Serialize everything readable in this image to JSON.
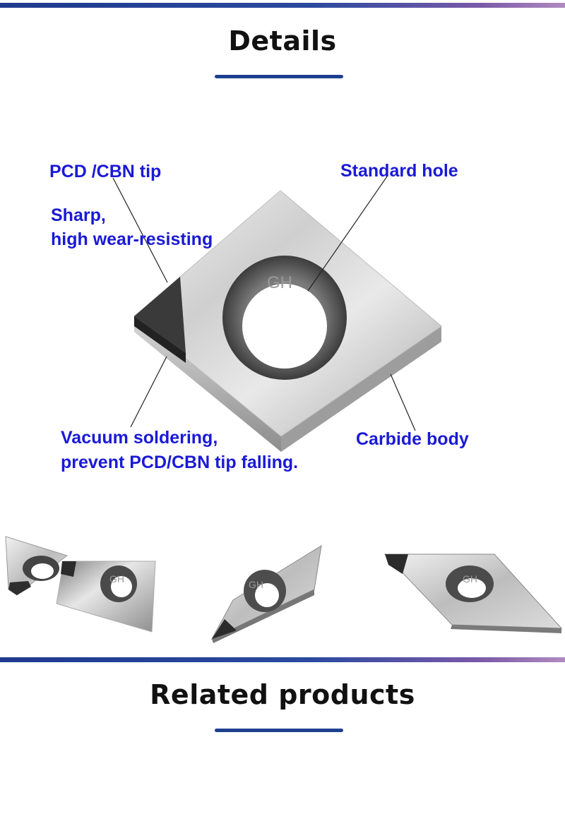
{
  "header": {
    "title": "Details"
  },
  "diagram": {
    "labels": {
      "tip": "PCD /CBN tip",
      "sharp1": "Sharp,",
      "sharp2": "high wear-resisting",
      "hole": "Standard hole",
      "vacuum1": "Vacuum soldering,",
      "vacuum2": "prevent PCD/CBN tip falling.",
      "carbide": "Carbide body"
    },
    "watermark": "GH",
    "label_color": "#1a1ad6"
  },
  "gallery": {
    "watermark": "GH",
    "items": [
      "square-insert-pair",
      "rhombic-insert-35",
      "rhombic-insert-55"
    ]
  },
  "related": {
    "title": "Related products"
  },
  "colors": {
    "bar_start": "#1f3a8f",
    "bar_end": "#b08ac0",
    "underline": "#1f3f8f"
  }
}
